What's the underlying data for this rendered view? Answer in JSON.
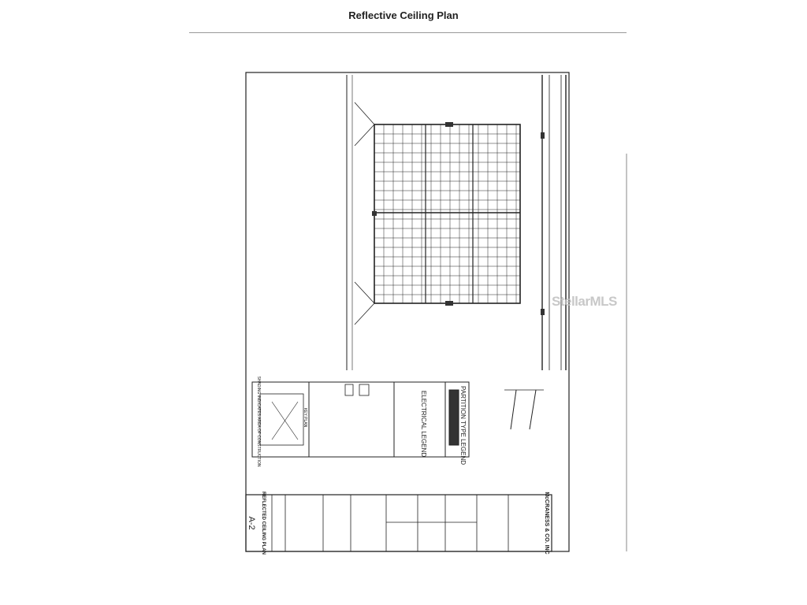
{
  "page": {
    "title": "Reflective Ceiling Plan"
  },
  "drawing": {
    "partition_legend_title": "PARTITION TYPE LEGEND",
    "electrical_legend_title": "ELECTRICAL LEGEND",
    "key_plan_title": "KEY PLAN",
    "key_plan_note": "SHADING INDICATES AREA OF CONSTRUCTION",
    "sheet_title": "REFLECTED CEILING PLAN",
    "sheet_number": "A-2",
    "firm_name": "McCRANESS & CO. INC"
  },
  "watermark": "StellarMLS"
}
